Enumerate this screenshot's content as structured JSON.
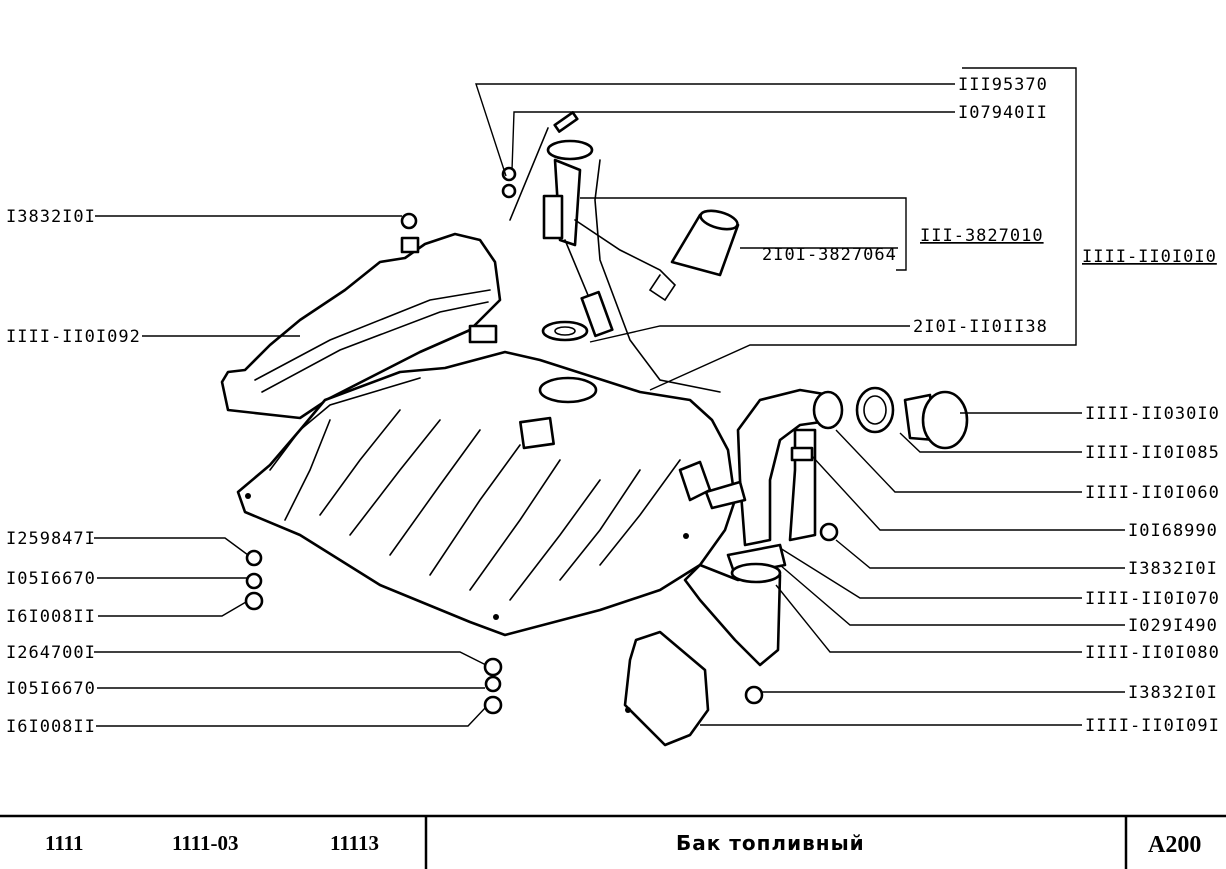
{
  "labels": {
    "l1": "III95370",
    "l2": "I07940II",
    "l3": "I3832I0I",
    "l4": "III-3827010",
    "l5": "2I0I-3827064",
    "l6": "IIII-II0I0I0",
    "l7": "IIII-II0I092",
    "l8": "2I0I-II0II38",
    "l9": "IIII-II030I0",
    "l10": "IIII-II0I085",
    "l11": "IIII-II0I060",
    "l12": "I0I68990",
    "l13": "I3832I0I",
    "l14": "IIII-II0I070",
    "l15": "I029I490",
    "l16": "IIII-II0I080",
    "l17": "I3832I0I",
    "l18": "IIII-II0I09I",
    "l19": "I259847I",
    "l20": "I05I6670",
    "l21": "I6I008II",
    "l22": "I264700I",
    "l23": "I05I6670",
    "l24": "I6I008II"
  },
  "footer": {
    "model1": "1111",
    "model2": "1111-03",
    "model3": "11113",
    "title": "Бак топливный",
    "code": "А200"
  }
}
